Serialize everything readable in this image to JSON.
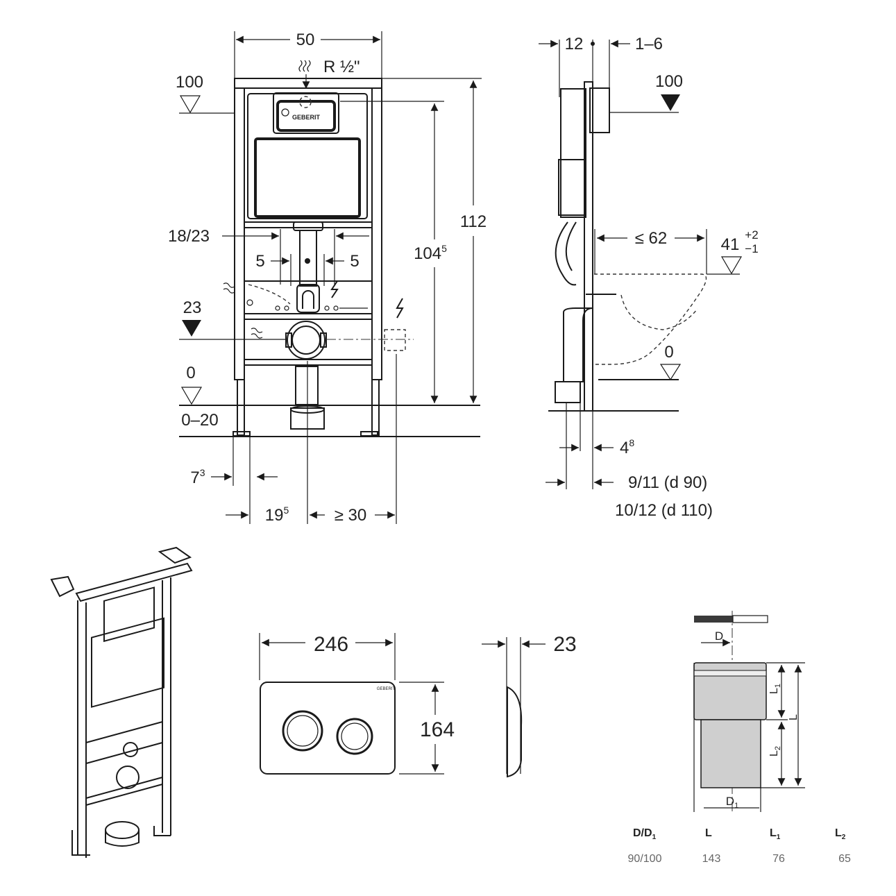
{
  "front_view": {
    "width": "50",
    "supply": "R ½\"",
    "level_top": "100",
    "width_side": "18/23",
    "offset_left": "5",
    "offset_right": "5",
    "height_outlet": "23",
    "level_zero": "0",
    "floor_range": "0–20",
    "height_total": "112",
    "height_frame_main": "104",
    "height_frame_sup": "5",
    "foot_main": "7",
    "foot_sup": "3",
    "center_main": "19",
    "center_sup": "5",
    "lateral_min": "≥ 30"
  },
  "side_view": {
    "depth": "12",
    "adjust": "1–6",
    "level_top": "100",
    "projection": "≤ 62",
    "seat_height_main": "41",
    "seat_tol_plus": "+2",
    "seat_tol_minus": "−1",
    "level_zero": "0",
    "wall_gap_main": "4",
    "wall_gap_sup": "8",
    "pipe_d90": "9/11 (d 90)",
    "pipe_d110": "10/12 (d 110)"
  },
  "flush_plate": {
    "width": "246",
    "height": "164",
    "thickness": "23"
  },
  "connector": {
    "label_d": "D",
    "label_d1_main": "D",
    "label_d1_sub": "1",
    "label_l": "L",
    "label_l1_main": "L",
    "label_l1_sub": "1",
    "label_l2_main": "L",
    "label_l2_sub": "2",
    "table": {
      "headers": [
        {
          "main": "D/D",
          "sub": "1"
        },
        {
          "main": "L",
          "sub": ""
        },
        {
          "main": "L",
          "sub": "1"
        },
        {
          "main": "L",
          "sub": "2"
        }
      ],
      "row": [
        "90/100",
        "143",
        "76",
        "65"
      ]
    }
  },
  "brand_mark": "GEBERIT"
}
